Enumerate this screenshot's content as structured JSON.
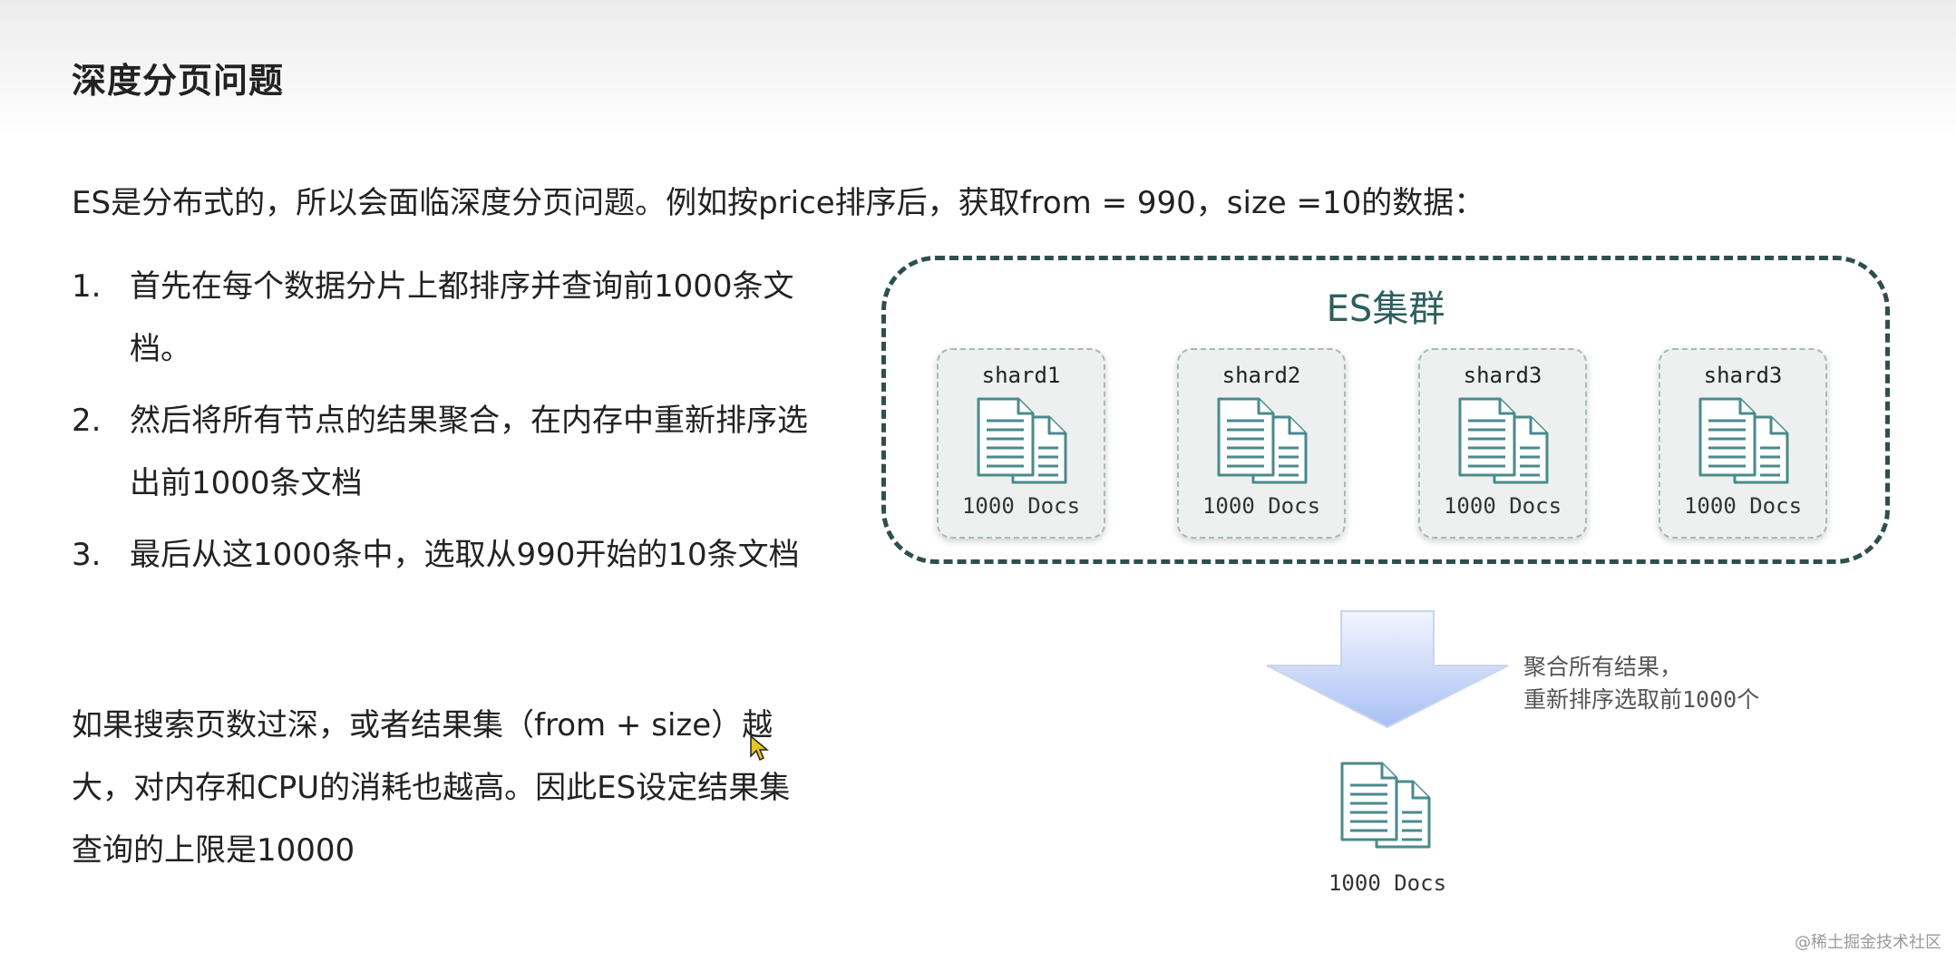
{
  "title": "深度分页问题",
  "intro": "ES是分布式的，所以会面临深度分页问题。例如按price排序后，获取from = 990，size =10的数据：",
  "steps": [
    {
      "num": "1.",
      "text": "首先在每个数据分片上都排序并查询前1000条文档。"
    },
    {
      "num": "2.",
      "text": "然后将所有节点的结果聚合，在内存中重新排序选出前1000条文档"
    },
    {
      "num": "3.",
      "text": "最后从这1000条中，选取从990开始的10条文档"
    }
  ],
  "note": "如果搜索页数过深，或者结果集（from + size）越大，对内存和CPU的消耗也越高。因此ES设定结果集查询的上限是10000",
  "diagram": {
    "cluster_title": "ES集群",
    "shards": [
      {
        "name": "shard1",
        "docs": "1000 Docs"
      },
      {
        "name": "shard2",
        "docs": "1000 Docs"
      },
      {
        "name": "shard3",
        "docs": "1000 Docs"
      },
      {
        "name": "shard3",
        "docs": "1000 Docs"
      }
    ],
    "arrow_label_line1": "聚合所有结果，",
    "arrow_label_line2": "重新排序选取前1000个",
    "result_docs": "1000 Docs"
  },
  "watermark": "@稀土掘金技术社区",
  "colors": {
    "dark_teal": "#2f4f4f",
    "icon_teal": "#4a8a8c",
    "arrow_blue": "#a9c0f5"
  }
}
